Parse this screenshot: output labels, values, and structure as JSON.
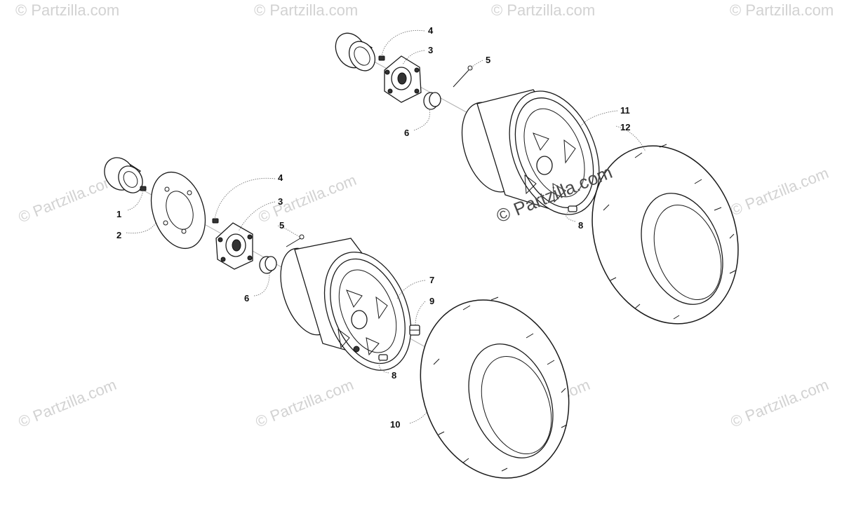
{
  "watermark_text": "© Partzilla.com",
  "center_watermark_text": "© Partzilla.com",
  "callouts": {
    "c1": "1",
    "c2": "2",
    "c3a": "3",
    "c3b": "3",
    "c4a": "4",
    "c4b": "4",
    "c5a": "5",
    "c5b": "5",
    "c6a": "6",
    "c6b": "6",
    "c7": "7",
    "c8a": "8",
    "c8b": "8",
    "c9": "9",
    "c10": "10",
    "c11": "11",
    "c12": "12"
  },
  "colors": {
    "line": "#1a1a1a",
    "watermark": "#d2d2d2",
    "leader": "#7a7a7a"
  }
}
